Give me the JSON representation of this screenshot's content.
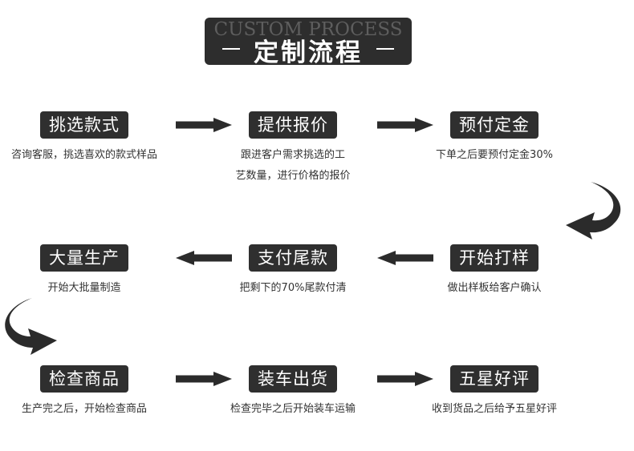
{
  "header": {
    "subtitle_en": "CUSTOM PROCESS",
    "title": "定制流程"
  },
  "steps": [
    {
      "label": "挑选款式",
      "desc": [
        "咨询客服，挑选喜欢的款式样品"
      ]
    },
    {
      "label": "提供报价",
      "desc": [
        "跟进客户需求挑选的工",
        "艺数量，进行价格的报价"
      ]
    },
    {
      "label": "预付定金",
      "desc": [
        "下单之后要预付定金30%"
      ]
    },
    {
      "label": "开始打样",
      "desc": [
        "做出样板给客户确认"
      ]
    },
    {
      "label": "支付尾款",
      "desc": [
        "把剩下的70%尾款付清"
      ]
    },
    {
      "label": "大量生产",
      "desc": [
        "开始大批量制造"
      ]
    },
    {
      "label": "检查商品",
      "desc": [
        "生产完之后，开始检查商品"
      ]
    },
    {
      "label": "装车出货",
      "desc": [
        "检查完毕之后开始装车运输"
      ]
    },
    {
      "label": "五星好评",
      "desc": [
        "收到货品之后给予五星好评"
      ]
    }
  ],
  "colors": {
    "box": "#2f2f2f",
    "arrow": "#2b2b2b",
    "text": "#333333"
  },
  "icons": {
    "straight_arrow": "right-arrow-icon / left-arrow-icon",
    "curved_arrow": "curved-arrow-icon"
  }
}
